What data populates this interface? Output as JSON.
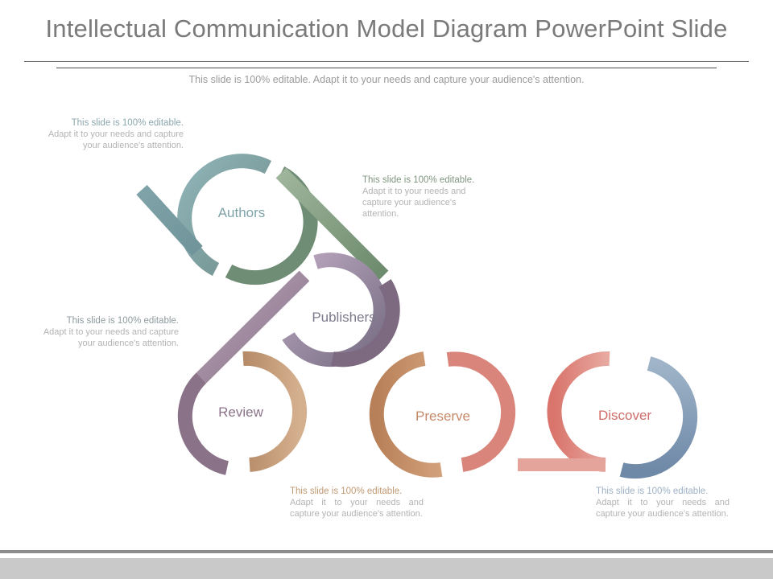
{
  "title": "Intellectual Communication Model Diagram PowerPoint Slide",
  "subtitle": "This slide is 100% editable. Adapt it to your needs and capture your audience's attention.",
  "nodes": [
    {
      "label": "Authors",
      "color": "#7fa3a8"
    },
    {
      "label": "Publishers",
      "color": "#7e7a8c"
    },
    {
      "label": "Review",
      "color": "#8a7388"
    },
    {
      "label": "Preserve",
      "color": "#c48a6a"
    },
    {
      "label": "Discover",
      "color": "#cf6e6a"
    }
  ],
  "notes": [
    {
      "head": "This slide is 100% editable.",
      "body": "Adapt it to your needs and capture your audience's attention."
    },
    {
      "head": "This slide is 100% editable.",
      "body": "Adapt it to your needs and capture your audience's attention."
    },
    {
      "head": "This slide is 100% editable.",
      "body": "Adapt it to your needs and capture your audience's attention."
    },
    {
      "head": "This slide is 100% editable.",
      "body": "Adapt it to your needs and capture your audience's attention."
    },
    {
      "head": "This slide is 100% editable.",
      "body": "Adapt it to your needs and capture your audience's attention."
    }
  ]
}
